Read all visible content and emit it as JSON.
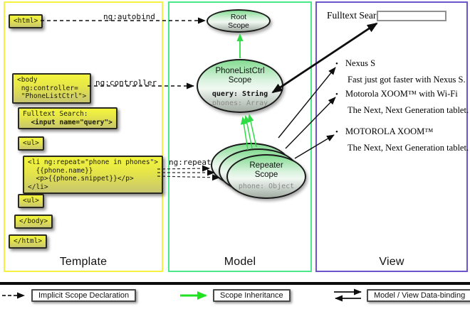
{
  "diagram": {
    "columns": {
      "template": {
        "label": "Template"
      },
      "model": {
        "label": "Model"
      },
      "view": {
        "label": "View"
      }
    },
    "template": {
      "html_open": "<html>",
      "autobind_label": "ng:autobind",
      "body_open": "<body\n ng:controller=\n \"PhoneListCtrl\">",
      "controller_label": "ng:controller",
      "fulltext_line1": "Fulltext Search:",
      "fulltext_line2": "  <input name=\"query\">",
      "ul_open": "<ul>",
      "li_repeat": "<li ng:repeat=\"phone in phones\">\n  {{phone.name}}\n  <p>{{phone.snippet}}</p>\n</li>",
      "repeat_label": "ng:repeat",
      "ul_close": "<ul>",
      "body_close": "</body>",
      "html_close": "</html>"
    },
    "model": {
      "root_scope_title": "Root\nScope",
      "phonelist_title": "PhoneListCtrl\nScope",
      "phonelist_prop_query": "query: String",
      "phonelist_prop_phones": "phones: Array",
      "repeater_title": "Repeater\nScope",
      "repeater_prop": "phone: Object"
    },
    "view": {
      "search_label": "Fulltext Search:",
      "search_value": "",
      "items": [
        {
          "title": "Nexus S",
          "desc": "Fast just got faster with Nexus S."
        },
        {
          "title": "Motorola XOOM™ with Wi-Fi",
          "desc": "The Next, Next Generation tablet."
        },
        {
          "title": "MOTOROLA XOOM™",
          "desc": "The Next, Next Generation tablet."
        }
      ]
    },
    "legend": {
      "implicit": "Implicit Scope Declaration",
      "inheritance": "Scope Inheritance",
      "binding": "Model / View Data-binding"
    },
    "icons": {
      "bullet": "•"
    },
    "colors": {
      "template_border": "#f6f340",
      "model_border": "#4ae98c",
      "view_border": "#6c55cc",
      "box_gradient_top": "#f4f63c",
      "box_gradient_bottom": "#c8c66e",
      "scope_gradient_top": "#85dc92",
      "scope_gradient_bottom": "#a3ada4",
      "inheritance_green": "#2fdc46",
      "legend_green": "#1de21d",
      "arrow_black": "#0e0e0e",
      "muted_property": "#8a8a8a"
    }
  }
}
